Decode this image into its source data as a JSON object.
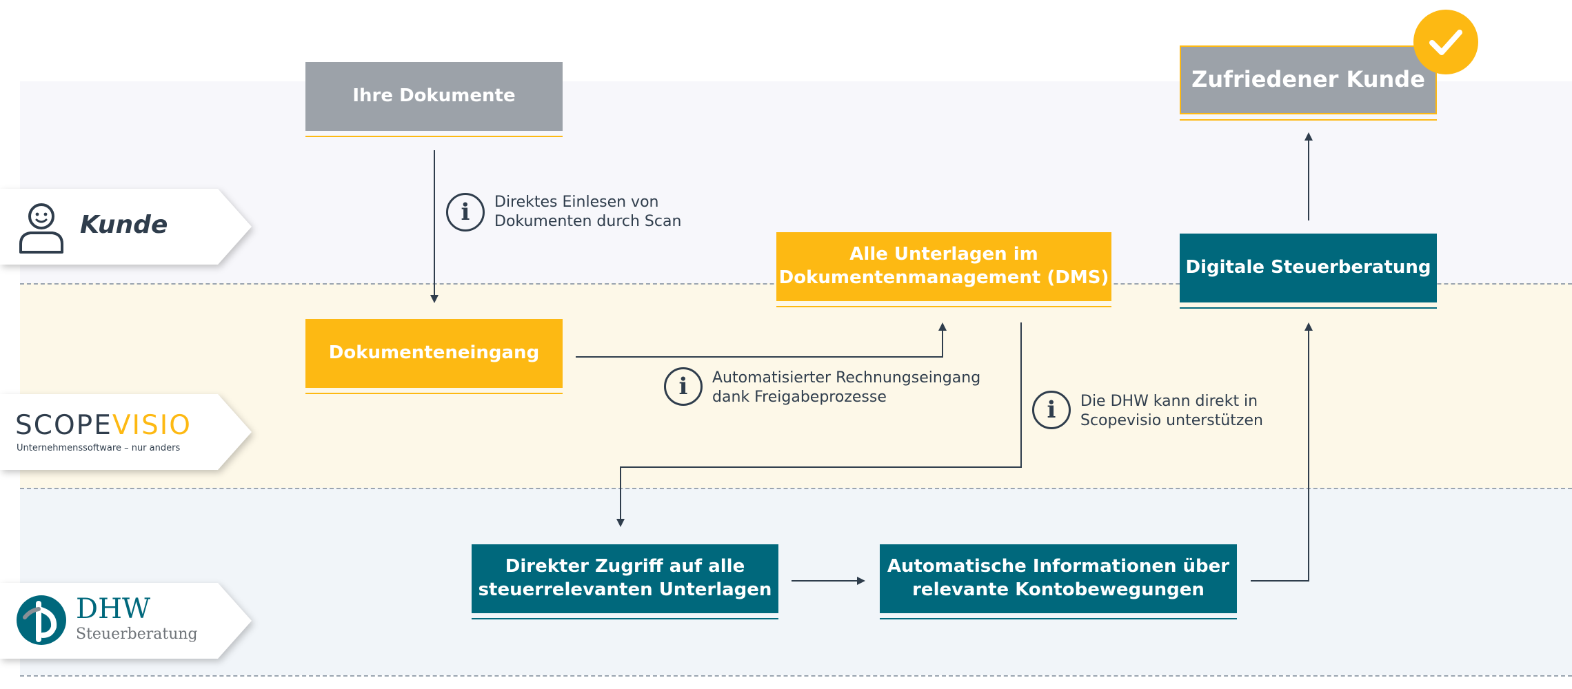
{
  "lanes": {
    "kunde": {
      "label": "Kunde"
    },
    "scopevisio": {
      "logo_part1": "SCOPE",
      "logo_part2": "VISIO",
      "tagline": "Unternehmenssoftware – nur anders"
    },
    "dhw": {
      "logo_name": "DHW",
      "logo_sub": "Steuerberatung"
    }
  },
  "nodes": {
    "ihre_dokumente": "Ihre Dokumente",
    "dokumenteneingang": "Dokumenteneingang",
    "dms_line1": "Alle Unterlagen im",
    "dms_line2": "Dokumentenmanagement (DMS)",
    "digitale_steuerberatung": "Digitale Steuerberatung",
    "zufriedener_kunde": "Zufriedener Kunde",
    "zugriff_line1": "Direkter Zugriff auf alle",
    "zugriff_line2": "steuerrelevanten Unterlagen",
    "info_line1": "Automatische Informationen über",
    "info_line2": "relevante Kontobewegungen"
  },
  "notes": {
    "scan_line1": "Direktes Einlesen von",
    "scan_line2": "Dokumenten durch Scan",
    "rechnung_line1": "Automatisierter Rechnungseingang",
    "rechnung_line2": "dank Freigabeprozesse",
    "dhw_line1": "Die DHW kann direkt in",
    "dhw_line2": "Scopevisio unterstützen"
  },
  "icons": {
    "info": "info-icon",
    "check": "checkmark-icon",
    "person": "person-icon"
  },
  "colors": {
    "gray": "#9ca2a9",
    "yellow": "#fdb913",
    "teal": "#00687c",
    "dark": "#2f3d4c"
  }
}
